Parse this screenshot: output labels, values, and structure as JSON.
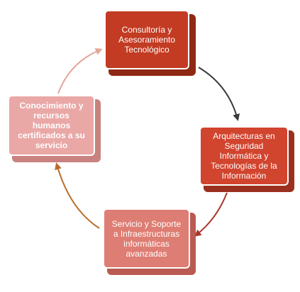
{
  "diagram": {
    "nodes": [
      {
        "label": "Consultoría y Asesoramiento Tecnológico",
        "color": "#c23b22"
      },
      {
        "label": "Arquitecturas en Seguridad Informática y Tecnologías de la Información",
        "color": "#d1442e"
      },
      {
        "label": "Servicio y Soporte a Infraestructuras informáticas avanzadas",
        "color": "#de7d73"
      },
      {
        "label": "Conocimiento y recursos humanos certificados a su servicio",
        "color": "#e9a8a6"
      }
    ],
    "arrows": [
      {
        "from": 0,
        "to": 1,
        "color": "#3a3a3a"
      },
      {
        "from": 1,
        "to": 2,
        "color": "#a8362a"
      },
      {
        "from": 2,
        "to": 3,
        "color": "#b86d2a"
      },
      {
        "from": 3,
        "to": 0,
        "color": "#e3a79b"
      }
    ]
  }
}
